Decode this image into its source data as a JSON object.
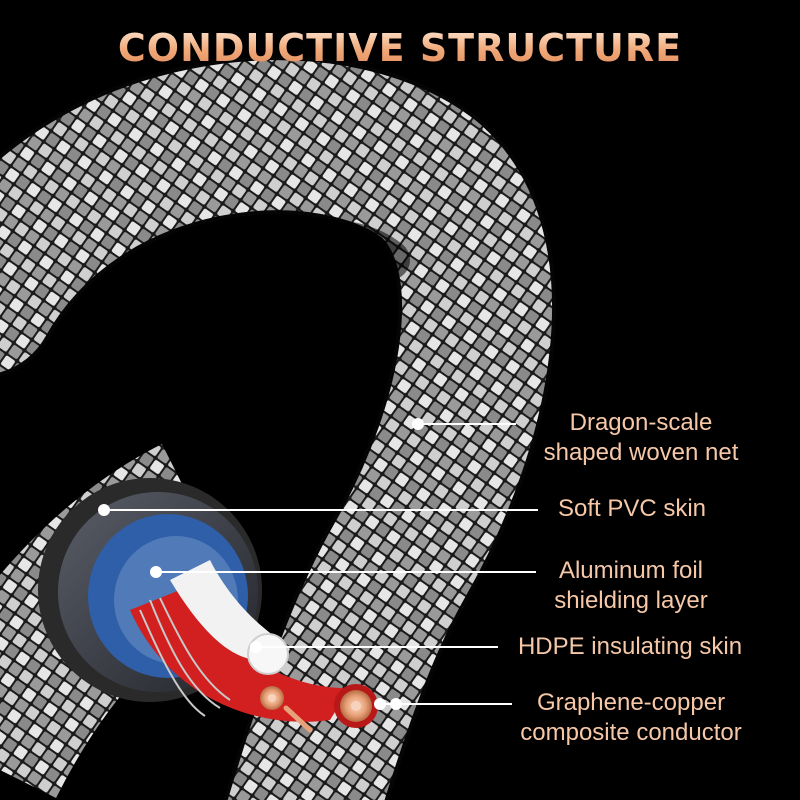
{
  "title": "CONDUCTIVE STRUCTURE",
  "colors": {
    "background": "#000000",
    "title_gradient": [
      "#ffe9d6",
      "#e08a5a"
    ],
    "label": "#f6c8a8",
    "leader_line": "#ffffff",
    "braid_silver": "#d8d8d8",
    "pvc_skin": "#3a3d45",
    "foil": "#2f5fa8",
    "insulation_red": "#d21f1f",
    "insulation_white": "#f2f2f2",
    "copper": "#e8a27a"
  },
  "callouts": [
    {
      "id": "braid",
      "lines": [
        "Dragon-scale",
        "shaped woven net"
      ]
    },
    {
      "id": "pvc",
      "lines": [
        "Soft PVC skin"
      ]
    },
    {
      "id": "foil",
      "lines": [
        "Aluminum foil",
        "shielding layer"
      ]
    },
    {
      "id": "hdpe",
      "lines": [
        "HDPE insulating skin"
      ]
    },
    {
      "id": "conductor",
      "lines": [
        "Graphene-copper",
        "composite conductor"
      ]
    }
  ]
}
